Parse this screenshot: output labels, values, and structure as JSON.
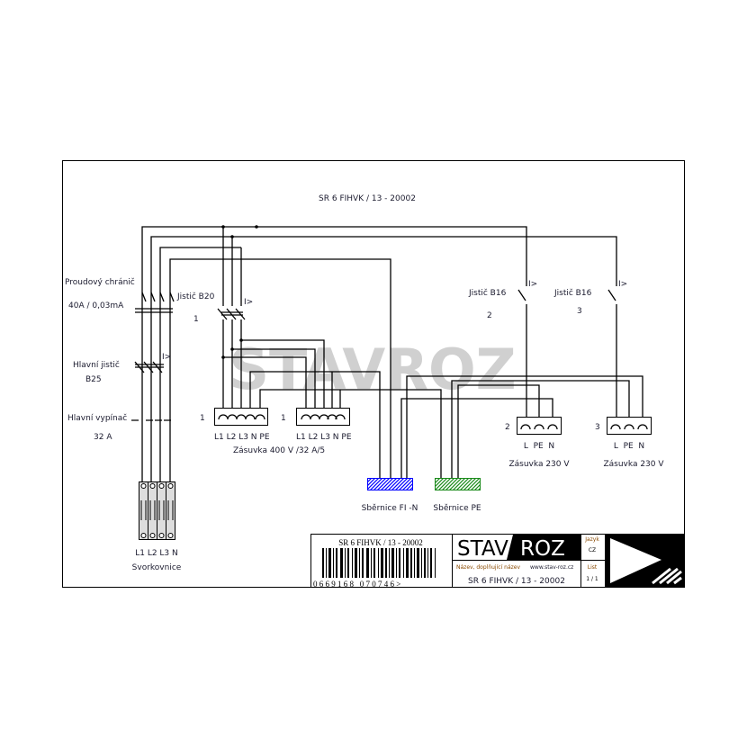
{
  "title": "SR 6 FIHVK / 13 - 20002",
  "watermark": "STAVROZ",
  "labels": {
    "rcd": "Proudový chránič",
    "rcd_rating": "40A / 0,03mA",
    "main_breaker": "Hlavní jistič",
    "main_breaker_rating": "B25",
    "main_switch": "Hlavní vypínač",
    "main_switch_rating": "32 A",
    "terminals_phases": "L1 L2 L3 N",
    "terminals": "Svorkovnice",
    "breaker_b20": "Jistič B20",
    "breaker_b20_num": "1",
    "breaker_b16a": "Jistič B16",
    "breaker_b16a_num": "2",
    "breaker_b16b": "Jistič B16",
    "breaker_b16b_num": "3",
    "trip_symbol": "I>",
    "socket1_num": "1",
    "socket1b_num": "1",
    "socket3ph_pins": "L1 L2 L3 N PE",
    "socket3ph_name": "Zásuvka 400 V /32 A/5",
    "socket2_num": "2",
    "socket3_num": "3",
    "socket1ph_pins": "L  PE  N",
    "socket1ph_name": "Zásuvka 230 V",
    "bus_n": "Sběrnice FI -N",
    "bus_pe": "Sběrnice PE"
  },
  "titleblock": {
    "barcode_title": "SR 6 FIHVK / 13 - 20002",
    "barcode_number": "0 6 6 9 1 6 8   0 7 0 7 4 6 >",
    "brand_left": "STAV",
    "brand_right": "ROZ",
    "name_caption": "Název, doplňující název",
    "website": "www.stav-roz.cz",
    "drawing_name": "SR 6 FIHVK / 13 - 20002",
    "lang_label": "Jazyk",
    "lang_value": "CZ",
    "sheet_label": "List",
    "sheet_value": "1 / 1"
  },
  "colors": {
    "bus_n": "#0000ff",
    "bus_pe": "#1a8a1a",
    "watermark": "#d0d0d0"
  }
}
